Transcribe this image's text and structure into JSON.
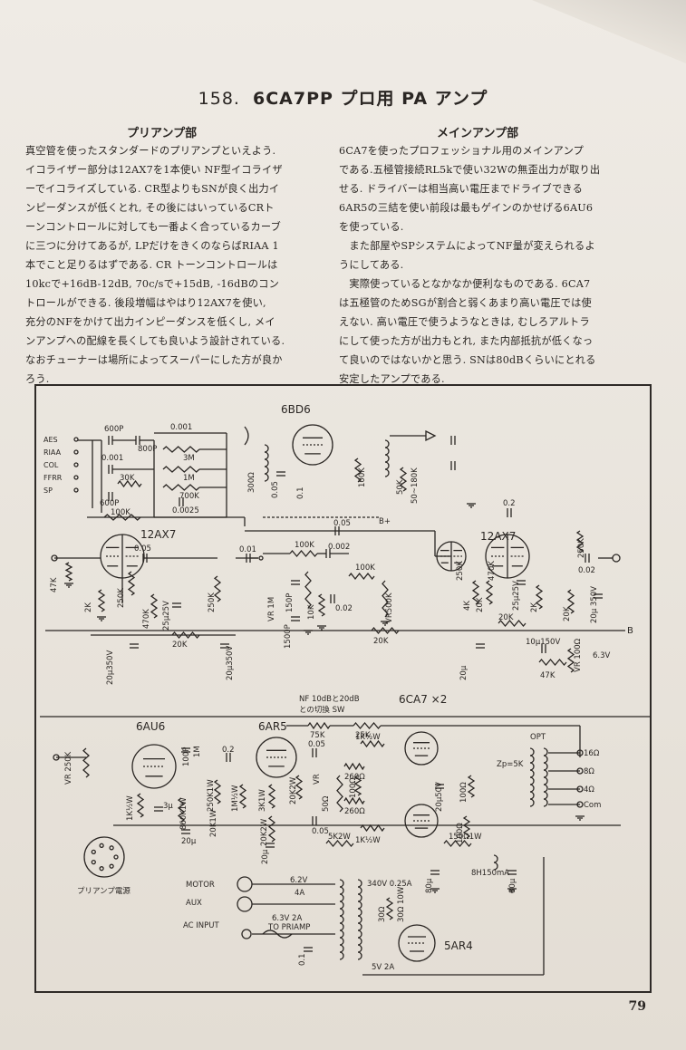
{
  "title": {
    "number": "158.",
    "text": "6CA7PP プロ用 PA アンプ"
  },
  "left": {
    "heading": "プリアンプ部",
    "lines": [
      "真空管を使ったスタンダードのプリアンプといえよう.",
      "イコライザー部分は12AX7を1本使い NF型イコライザ",
      "ーでイコライズしている. CR型よりもSNが良く出力イ",
      "ンピーダンスが低くとれ, その後にはいっているCRト",
      "ーンコントロールに対しても一番よく合っているカーブ",
      "に三つに分けてあるが, LPだけをきくのならばRIAA 1",
      "本でこと足りるはずである. CR トーンコントロールは",
      "10kcで+16dB-12dB, 70c/sで+15dB, -16dBのコン",
      "トロールができる. 後段増幅はやはり12AX7を使い,",
      "充分のNFをかけて出力インピーダンスを低くし, メイ",
      "ンアンプへの配線を長くしても良いよう設計されている.",
      "なおチューナーは場所によってスーパーにした方が良か",
      "ろう."
    ]
  },
  "right": {
    "heading": "メインアンプ部",
    "lines": [
      "6CA7を使ったプロフェッショナル用のメインアンプ",
      "である.五極管接続RL5kで使い32Wの無歪出力が取り出",
      "せる. ドライバーは相当高い電圧までドライブできる",
      "6AR5の三結を使い前段は最もゲインのかせげる6AU6",
      "を使っている.",
      "　また部屋やSPシステムによってNF量が変えられるよ",
      "うにしてある.",
      "　実際使っているとなかなか便利なものである. 6CA7",
      "は五極管のためSGが割合と弱くあまり高い電圧では使",
      "えない. 高い電圧で使うようなときは, むしろアルトラ",
      "にして使った方が出力もとれ, また内部抵抗が低くなっ",
      "て良いのではないかと思う. SNは80dBくらいにとれる",
      "安定したアンプである."
    ]
  },
  "schematic": {
    "tubes": [
      "6BD6",
      "12AX7",
      "12AX7",
      "6AU6",
      "6AR5",
      "6CA7 ×2",
      "5AR4"
    ],
    "eq_positions": [
      "AES",
      "RIAA",
      "COL",
      "FFRR",
      "SP"
    ],
    "labels": {
      "c600p": "600P",
      "c800p": "800P",
      "c0001": "0.001",
      "c0001b": "0.001",
      "r3m": "3M",
      "r1m": "1M",
      "r700k": "700K",
      "r30k": "30K",
      "c600p2": "600P",
      "c00025": "0.0025",
      "r100k_eq": "100K",
      "c005": "0.05",
      "r47k": "47K",
      "r2k": "2K",
      "r250k": "250K",
      "r470k": "470K",
      "c25u": "25μ25V",
      "r250k2": "250K",
      "c20u350": "20μ350V",
      "r20k": "20K",
      "c20u350b": "20μ350V",
      "c001": "0.01",
      "r100k_t": "100K",
      "c0002": "0.002",
      "r100k_t2": "100K",
      "vr1m": "VR 1M",
      "c150p": "150P",
      "c1500p": "1500P",
      "r10k": "10K",
      "c002": "0.02",
      "vr500k": "VR500K",
      "bplus": "B+",
      "r20k_b": "20K",
      "r4k": "4K",
      "r20k_b2": "20K",
      "bline": "B",
      "c02": "0.2",
      "c002b": "0.02",
      "c25u2": "25μ25V",
      "r250k3": "250K",
      "r470k2": "470K",
      "r2k2": "2K",
      "r20k2": "20K",
      "c20u2": "20μ 350V",
      "c10u": "10μ150V",
      "r47k2": "47K",
      "vr100": "VR 100Ω",
      "v63": "6.3V",
      "r100p": "100P",
      "c0005": "0.05",
      "r30k2": "300Ω",
      "r100k3": "100K",
      "r50k": "50K",
      "r180k": "50~180K",
      "c01": "0.1",
      "nf_label": "NF 10dBと20dB",
      "nf_label2": "との切換 SW",
      "r75k": "75K",
      "r25k": "25K",
      "opt": "OPT",
      "zp": "Zp=5K",
      "t16": "16Ω",
      "t8": "8Ω",
      "t4": "4Ω",
      "tcom": "Com",
      "vr250k": "VR 250K",
      "c100p2": "100P",
      "r1m2": "1M",
      "r1k": "1K½W",
      "c3u": "3μ",
      "r860k": "860K1W",
      "c02b": "0.2",
      "r250k1w": "250K1W",
      "r1m12": "1M½W",
      "r3k1w": "3K1W",
      "r20k2w": "20K2W",
      "c005b": "0.05",
      "r100o": "100Ω",
      "r50o": "50Ω",
      "r260o": "260Ω",
      "r260o2": "260Ω",
      "c20u50": "20μ50V",
      "r100o2": "100Ω",
      "r1k12": "1K½W",
      "r1k12b": "1K½W",
      "r100o3": "100Ω",
      "c005c": "0.05",
      "c20u": "20μ",
      "r20k1w": "20K1W",
      "r20k2w2": "20K2W",
      "r5k2w": "5K2W",
      "r150o": "150Ω1W",
      "ch": "8H150mA",
      "c80u": "80μ",
      "c80u2": "80μ",
      "motor": "MOTOR",
      "aux": "AUX",
      "acinput": "AC INPUT",
      "preamp_power": "プリアンプ電源",
      "h62": "6.2V",
      "h4a": "4A",
      "h63": "6.3V 2A",
      "topre": "TO PRIAMP",
      "hv": "340V 0.25A",
      "h5v": "5V 2A",
      "c01b": "0.1",
      "r30": "30Ω 10W",
      "r30b": "30Ω",
      "vr2": "VR"
    }
  },
  "page_number": "79"
}
